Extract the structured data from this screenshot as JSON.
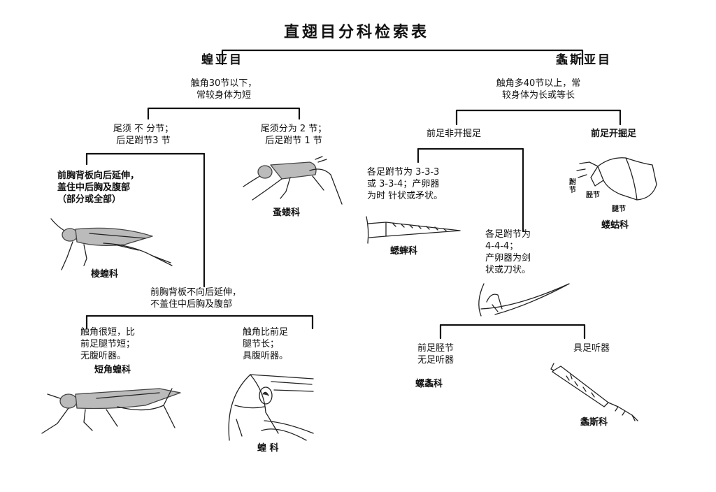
{
  "title": "直翅目分科检索表",
  "suborders": {
    "left": {
      "name": "蝗亚目",
      "feature": "触角30节以下，\n常较身体为短",
      "branch_a": {
        "feature": "尾须 不 分节；\n后足跗节3 节",
        "branch_a1": {
          "feature": "前胸背板向后延伸，\n盖住中后胸及腹部\n（部分或全部）",
          "family": "棱蝗科",
          "icon": "pygmy-grasshopper-icon"
        },
        "branch_a2": {
          "feature": "前胸背板不向后延伸，\n不盖住中后胸及腹部",
          "left": {
            "feature": "触角很短，比\n前足腿节短；\n无腹听器。",
            "family": "短角蝗科",
            "icon": "short-horned-grasshopper-icon"
          },
          "right": {
            "feature": "触角比前足\n腿节长；\n具腹听器。",
            "family": "蝗 科",
            "icon": "locust-abdomen-tympanum-icon"
          }
        }
      },
      "branch_b": {
        "feature": "尾须分为 2 节；\n后足跗节 1 节",
        "family": "蚤蝼科",
        "icon": "pygmy-mole-cricket-icon"
      }
    },
    "right": {
      "name": "螽斯亚目",
      "feature": "触角多40节以上，常\n较身体为长或等长",
      "branch_a": {
        "feature": "前足非开掘足",
        "branch_a1": {
          "feature": "各足跗节为 3-3-3\n或 3-3-4；产卵器\n为时 针状或矛状。",
          "family": "蟋蟀科",
          "icon": "needle-ovipositor-icon"
        },
        "branch_a2": {
          "feature": "各足跗节为\n4-4-4；\n产卵器为剑\n状或刀状。",
          "icon": "sword-ovipositor-icon",
          "left": {
            "feature": "前足胫节\n无足听器",
            "family": "螺螽科"
          },
          "right": {
            "feature": "具足听器",
            "family": "螽斯科",
            "icon": "katydid-leg-icon"
          }
        }
      },
      "branch_b": {
        "feature": "前足开掘足",
        "family": "蝼蛄科",
        "icon": "mole-cricket-leg-icon",
        "parts": [
          "跗节",
          "胫节",
          "腿节"
        ]
      }
    }
  }
}
